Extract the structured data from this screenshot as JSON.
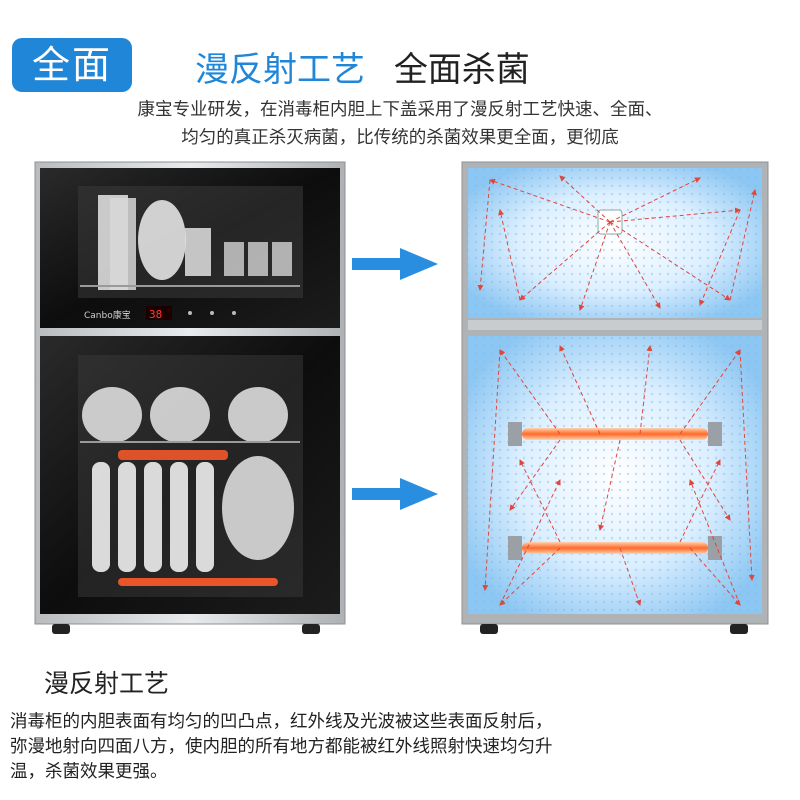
{
  "badge": {
    "label": "全面"
  },
  "headline": {
    "blue": "漫反射工艺",
    "black": "全面杀菌"
  },
  "intro": {
    "line1": "康宝专业研发，在消毒柜内胆上下盖采用了漫反射工艺快速、全面、",
    "line2": "均匀的真正杀灭病菌，比传统的杀菌效果更全面，更彻底"
  },
  "cabinet": {
    "brand": "Canbo康宝",
    "display": "38"
  },
  "section": {
    "title": "漫反射工艺",
    "desc_line1": "消毒柜的内胆表面有均匀的凹凸点，红外线及光波被这些表面反射后，",
    "desc_line2": "弥漫地射向四面八方，使内胆的所有地方都能被红外线照射快速均匀升",
    "desc_line3": "温，杀菌效果更强。"
  },
  "colors": {
    "accent": "#1f86d8",
    "arrow_blue": "#2a8ee0",
    "ray_red": "#e0463a",
    "heater_orange": "#ff7a3a"
  }
}
